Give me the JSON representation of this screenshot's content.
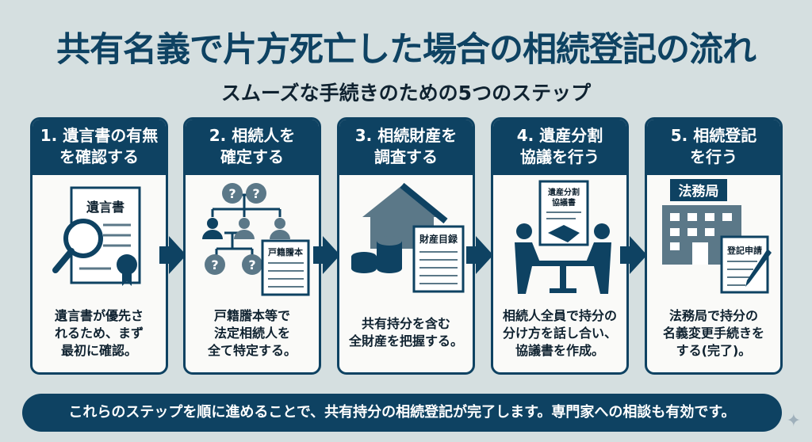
{
  "title": "共有名義で片方死亡した場合の相続登記の流れ",
  "subtitle": "スムーズな手続きのための5つのステップ",
  "steps": [
    {
      "title": "1. 遺言書の有無\nを確認する",
      "icon_label": "遺言書",
      "desc": "遺言書が優先さ\nれるため、まず\n最初に確認。"
    },
    {
      "title": "2. 相続人を\n確定する",
      "icon_label": "戸籍謄本",
      "desc": "戸籍謄本等で\n法定相続人を\n全て特定する。"
    },
    {
      "title": "3. 相続財産を\n調査する",
      "icon_label": "財産目録",
      "desc": "共有持分を含む\n全財産を把握する。"
    },
    {
      "title": "4. 遺産分割\n協議を行う",
      "icon_label": "遺産分割\n協議書",
      "desc": "相続人全員で持分の\n分け方を話し合い、\n協議書を作成。"
    },
    {
      "title": "5. 相続登記\nを行う",
      "icon_label": "法務局",
      "icon_label2": "登記申請",
      "desc": "法務局で持分の\n名義変更手続きを\nする(完了)。"
    }
  ],
  "footer": "これらのステップを順に進めることで、共有持分の相続登記が完了します。専門家への相談も有効です。",
  "colors": {
    "navy": "#0e4262",
    "slate": "#5b7888",
    "background": "#d5dfe0"
  }
}
